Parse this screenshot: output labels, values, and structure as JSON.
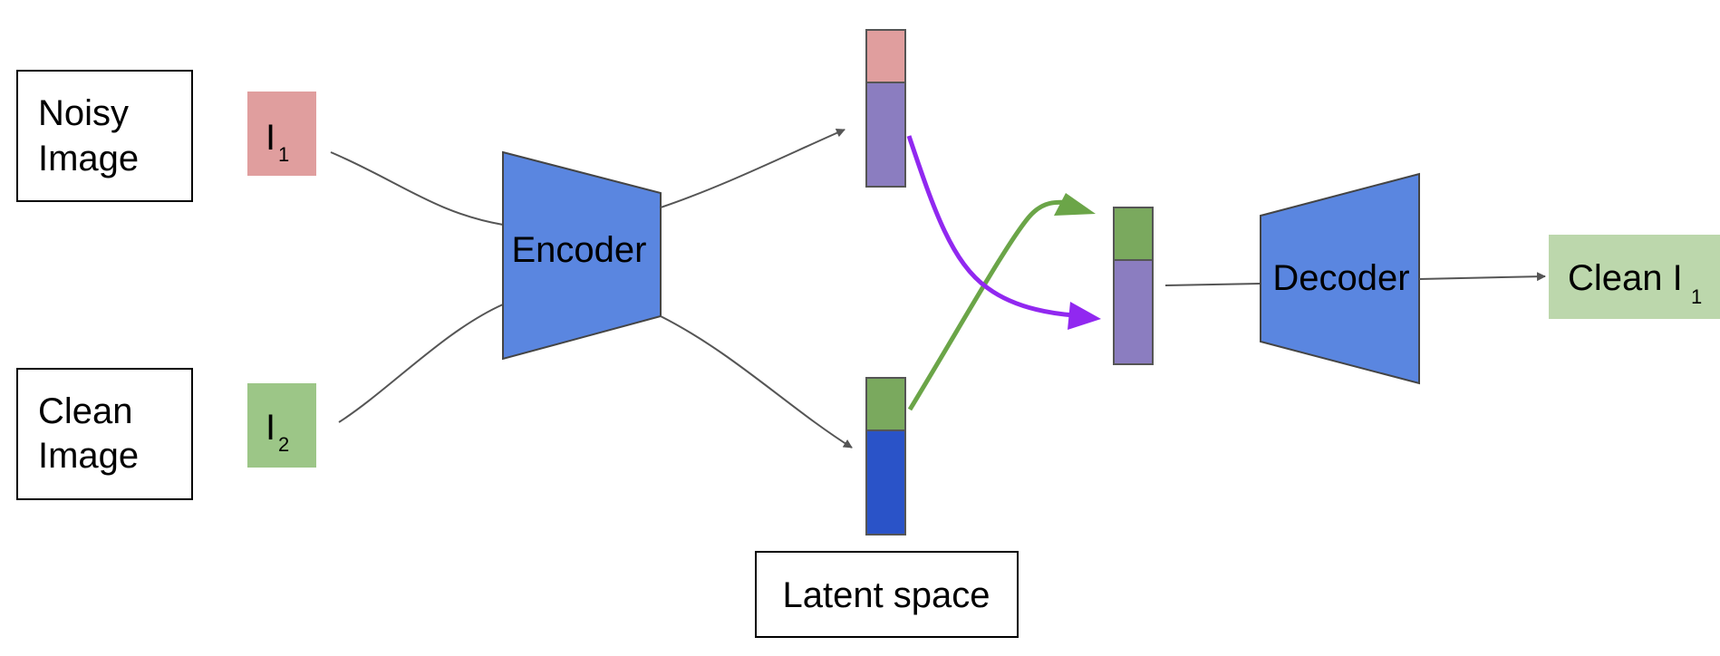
{
  "boxes": {
    "noisy_image": [
      "Noisy",
      "Image"
    ],
    "clean_image": [
      "Clean",
      "Image"
    ],
    "latent_space": "Latent space"
  },
  "inputs": {
    "i1": {
      "main": "I",
      "sub": "1"
    },
    "i2": {
      "main": "I",
      "sub": "2"
    }
  },
  "encoder": {
    "label": "Encoder"
  },
  "decoder": {
    "label": "Decoder"
  },
  "output": {
    "main": "Clean I",
    "sub": "1"
  },
  "colors": {
    "noise_red": "#e09e9e",
    "clean_green": "#9cc687",
    "latent_green": "#7aa95e",
    "content_purple": "#8b7dc0",
    "content_blue": "#2a53c8",
    "network_blue": "#5a86e0",
    "output_green": "#bcd7ac",
    "swap_purple": "#9128f0",
    "swap_green": "#6ba548",
    "connector_gray": "#555555"
  }
}
